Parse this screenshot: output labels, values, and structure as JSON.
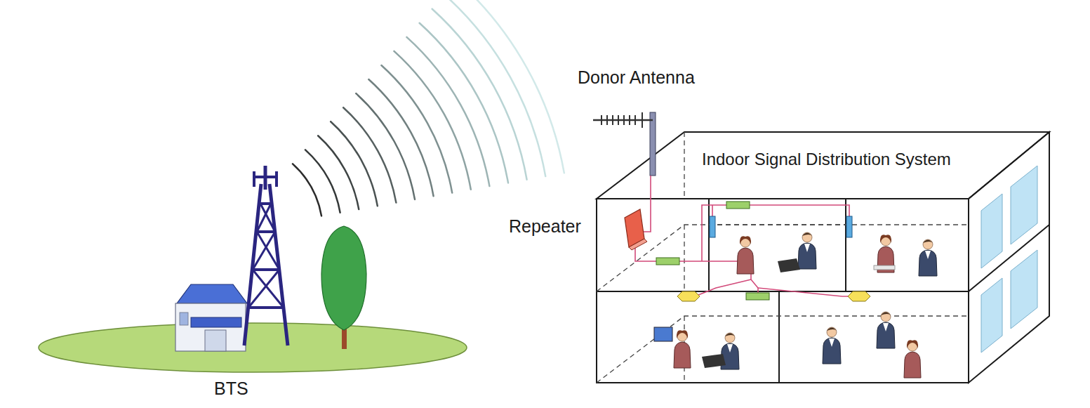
{
  "diagram": {
    "labels": [
      "Donor Antenna",
      "Indoor Signal Distribution System",
      "Repeater",
      "BTS"
    ]
  }
}
